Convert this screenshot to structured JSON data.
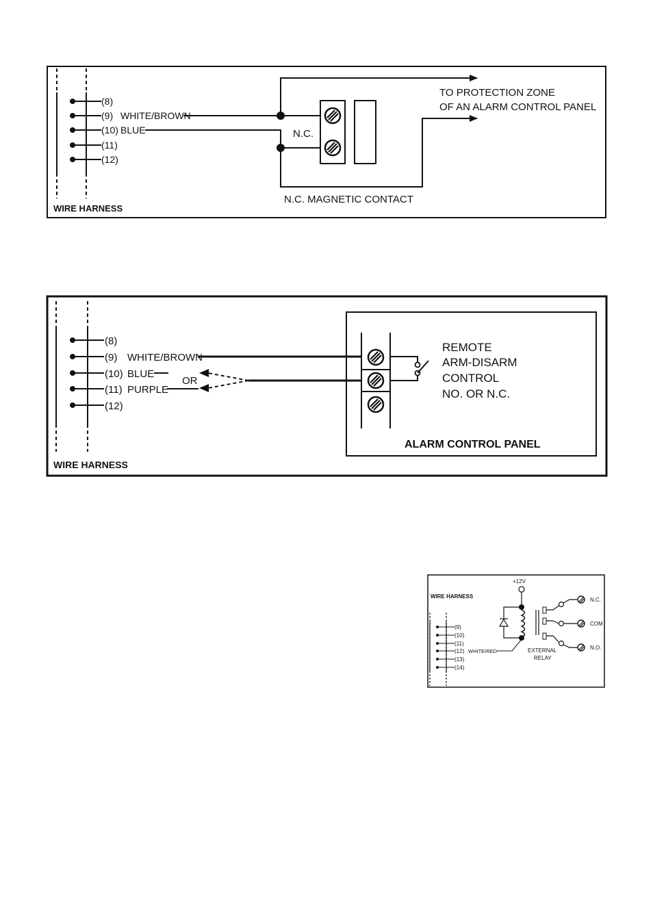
{
  "diagram1": {
    "wire_numbers": [
      "(8)",
      "(9)",
      "(10)",
      "(11)",
      "(12)"
    ],
    "white_brown": "WHITE/BROWN",
    "blue": "BLUE",
    "nc": "N.C.",
    "zone_line1": "TO PROTECTION ZONE",
    "zone_line2": "OF AN ALARM CONTROL PANEL",
    "contact_label": "N.C. MAGNETIC CONTACT",
    "harness_label": "WIRE HARNESS"
  },
  "diagram2": {
    "wire_numbers": [
      "(8)",
      "(9)",
      "(10)",
      "(11)",
      "(12)"
    ],
    "white_brown": "WHITE/BROWN",
    "blue": "BLUE",
    "purple": "PURPLE",
    "or": "OR",
    "remote_lines": [
      "REMOTE",
      "ARM-DISARM",
      "CONTROL",
      "NO. OR N.C."
    ],
    "panel_label": "ALARM CONTROL PANEL",
    "harness_label": "WIRE HARNESS"
  },
  "diagram3": {
    "harness_label": "WIRE HARNESS",
    "supply": "+12V",
    "wire_numbers": [
      "(9)",
      "(10)",
      "(11)",
      "(12)",
      "(13)",
      "(14)"
    ],
    "white_red": "WHITE/RED",
    "relay_line1": "EXTERNAL",
    "relay_line2": "RELAY",
    "nc": "N.C.",
    "com": "COM",
    "no": "N.O."
  }
}
